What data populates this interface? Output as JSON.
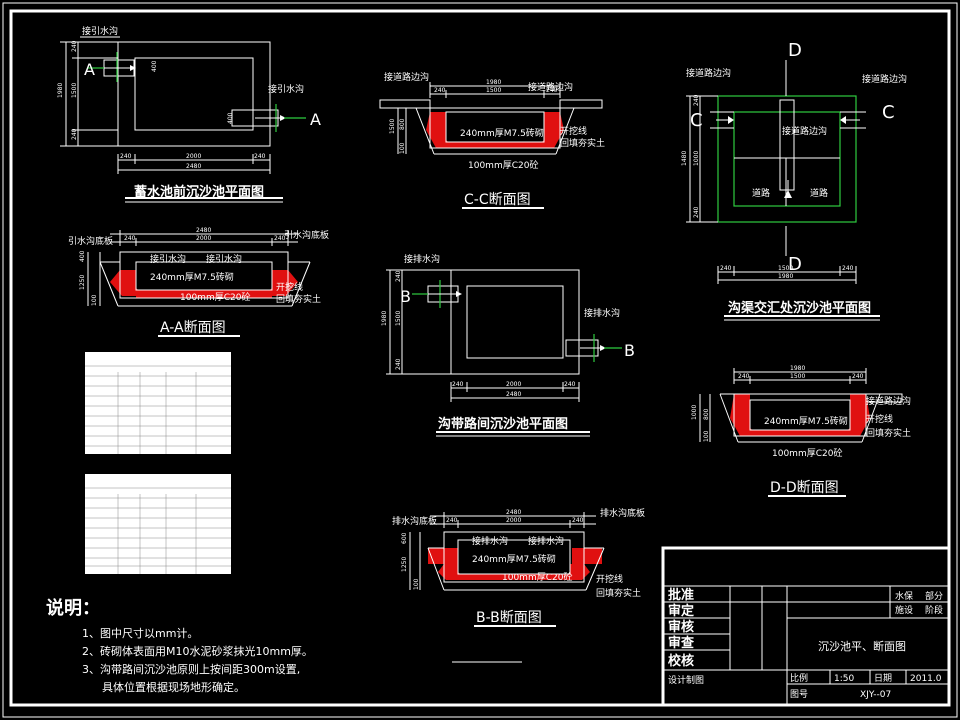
{
  "border_color": "#ffffff",
  "accent_green": "#2ecc40",
  "concrete_red": "#e01010",
  "plan_top_left": {
    "title": "蓄水池前沉沙池平面图",
    "inlet_label": "接引水沟",
    "outlet_label": "接引水沟",
    "section_mark_left": "A",
    "section_mark_right": "A",
    "dims_vertical": [
      "1980",
      "1500",
      "240",
      "240"
    ],
    "dims_pipe": [
      "400",
      "400"
    ],
    "dims_horizontal_top": [
      "240",
      "2000",
      "240"
    ],
    "dims_horizontal_total": "2480"
  },
  "section_aa": {
    "title": "A-A断面图",
    "label_left": "引水沟底板",
    "label_right": "引水沟底板",
    "inner_left": "接引水沟",
    "inner_right": "接引水沟",
    "wall": "240mm厚M7.5砖砌",
    "floor": "100mm厚C20砼",
    "excavation": "开挖线",
    "backfill": "回填夯实土",
    "dims_top_total": "2480",
    "dims_top": [
      "240",
      "2000",
      "240"
    ],
    "dims_vert": [
      "400",
      "1250",
      "100"
    ]
  },
  "section_cc": {
    "title": "C-C断面图",
    "label_left": "接道路边沟",
    "label_right": "接道路边沟",
    "wall": "240mm厚M7.5砖砌",
    "floor": "100mm厚C20砼",
    "excavation": "开挖线",
    "backfill": "回填夯实土",
    "dims_top_total": "1980",
    "dims_top": [
      "240",
      "1500",
      "240"
    ],
    "dims_vert": [
      "1500",
      "800",
      "100"
    ]
  },
  "plan_middle": {
    "title": "沟带路间沉沙池平面图",
    "inlet_label": "接排水沟",
    "outlet_label": "接排水沟",
    "section_mark_left": "B",
    "section_mark_right": "B",
    "dims_vertical": [
      "1980",
      "1500",
      "240",
      "240"
    ],
    "dims_horizontal_top": [
      "240",
      "2000",
      "240"
    ],
    "dims_horizontal_total": "2480"
  },
  "plan_right": {
    "title": "沟渠交汇处沉沙池平面图",
    "label_left": "接道路边沟",
    "label_right": "接道路边沟",
    "label_center": "接道路边沟",
    "road_left": "道路",
    "road_right": "道路",
    "mark_top": "D",
    "mark_bottom": "D",
    "mark_left": "C",
    "mark_right": "C",
    "dims_vertical": [
      "1480",
      "240",
      "1000",
      "240"
    ],
    "dims_horizontal_top": [
      "240",
      "1500",
      "240"
    ],
    "dims_horizontal_total": "1980"
  },
  "section_dd": {
    "title": "D-D断面图",
    "label_right": "接道路边沟",
    "wall": "240mm厚M7.5砖砌",
    "floor": "100mm厚C20砼",
    "excavation": "开挖线",
    "backfill": "回填夯实土",
    "dims_top_total": "1980",
    "dims_top": [
      "240",
      "1500",
      "240"
    ],
    "dims_vert": [
      "1000",
      "800",
      "100"
    ]
  },
  "section_bb": {
    "title": "B-B断面图",
    "label_left": "排水沟底板",
    "label_right": "排水沟底板",
    "inner_left": "接排水沟",
    "inner_right": "接排水沟",
    "wall": "240mm厚M7.5砖砌",
    "floor": "100mm厚C20砼",
    "excavation": "开挖线",
    "backfill": "回填夯实土",
    "dims_top_total": "2480",
    "dims_top": [
      "240",
      "2000",
      "240"
    ],
    "dims_vert": [
      "600",
      "1250",
      "100"
    ]
  },
  "notes": {
    "heading": "说明：",
    "items": [
      "1、图中尺寸以mm计。",
      "2、砖砌体表面用M10水泥砂浆抹光10mm厚。",
      "3、沟带路间沉沙池原则上按间距300m设置,",
      "具体位置根据现场地形确定。"
    ]
  },
  "title_block": {
    "rows": [
      "批准",
      "审定",
      "审核",
      "审查",
      "校核"
    ],
    "design_label": "设计制图",
    "dept1": "水保",
    "dept1_b": "部分",
    "dept2": "施设",
    "dept2_b": "阶段",
    "drawing_name": "沉沙池平、断面图",
    "scale_label": "比例",
    "scale_value": "1:50",
    "date_label": "日期",
    "date_value": "2011.0",
    "number_label": "图号",
    "number_value": "XJY--07"
  }
}
